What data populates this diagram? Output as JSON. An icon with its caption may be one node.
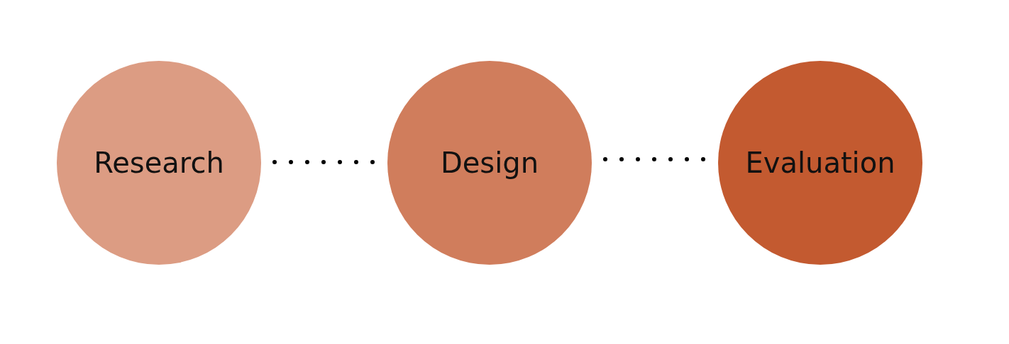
{
  "diagram": {
    "nodes": [
      {
        "text": [
          "Research"
        ]
      },
      {
        "text": [
          "Design"
        ]
      },
      {
        "text": [
          "Evaluation"
        ]
      }
    ],
    "edges": [
      {
        "from": 0,
        "to": 1,
        "arrow": "none",
        "style": "dashed"
      },
      {
        "from": 1,
        "to": 2,
        "arrow": "none",
        "style": "dashed"
      }
    ]
  }
}
